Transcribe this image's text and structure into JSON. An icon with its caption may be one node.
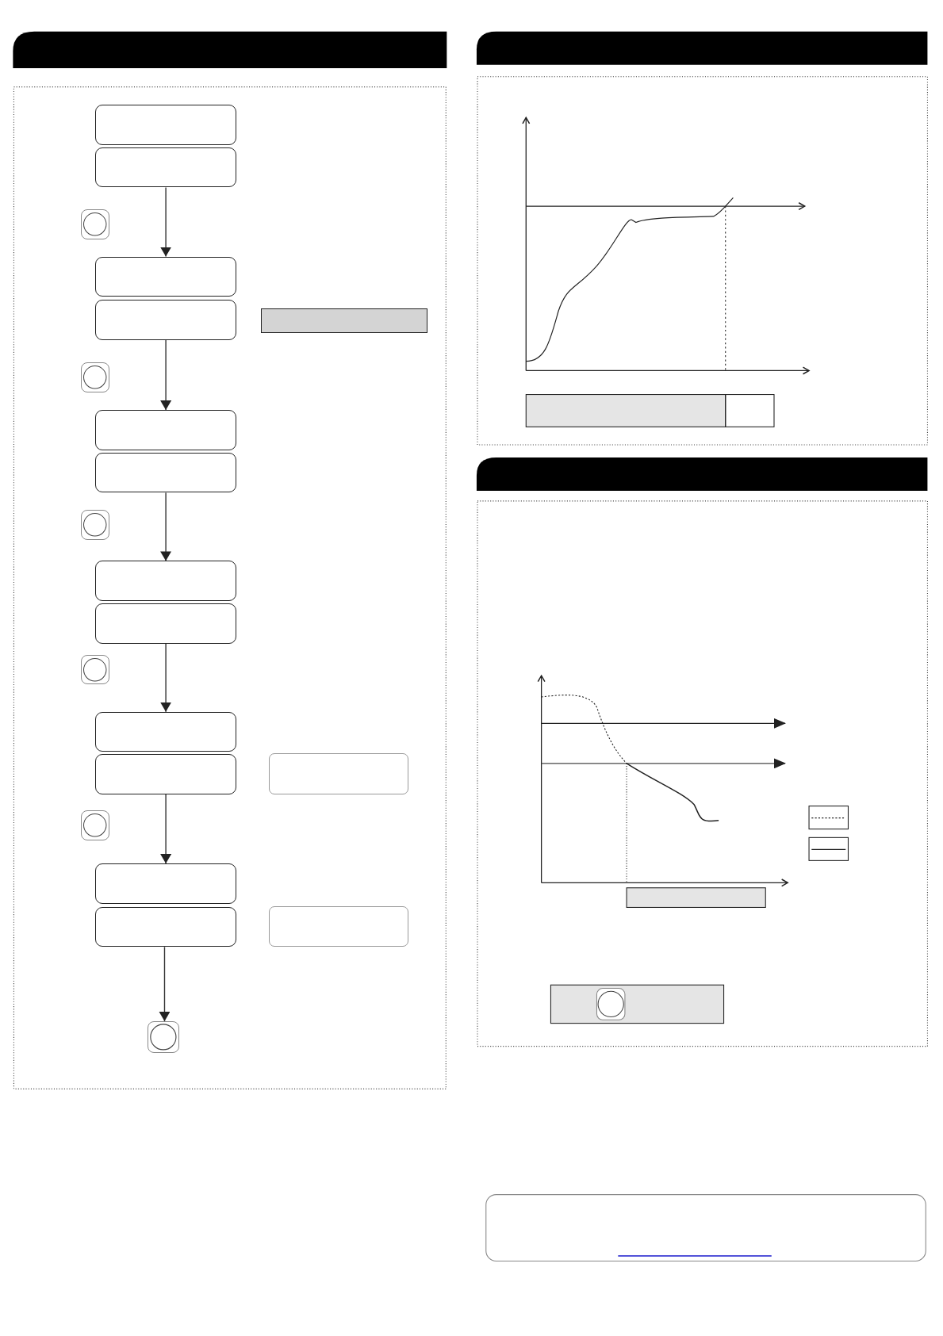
{
  "diagram": {
    "nodes": [
      {
        "text": [],
        "shape": "box"
      },
      {
        "text": [],
        "shape": "box"
      },
      {
        "text": [],
        "shape": "circle"
      },
      {
        "text": [],
        "shape": "box"
      },
      {
        "text": [],
        "shape": "box"
      },
      {
        "text": [],
        "shape": "bar"
      },
      {
        "text": [],
        "shape": "circle"
      },
      {
        "text": [],
        "shape": "box"
      },
      {
        "text": [],
        "shape": "box"
      },
      {
        "text": [],
        "shape": "circle"
      },
      {
        "text": [],
        "shape": "box"
      },
      {
        "text": [],
        "shape": "box"
      },
      {
        "text": [],
        "shape": "circle"
      },
      {
        "text": [],
        "shape": "box"
      },
      {
        "text": [],
        "shape": "box"
      },
      {
        "text": [],
        "shape": "box"
      },
      {
        "text": [],
        "shape": "circle"
      },
      {
        "text": [],
        "shape": "box"
      },
      {
        "text": [],
        "shape": "box"
      },
      {
        "text": [],
        "shape": "box"
      },
      {
        "text": [],
        "shape": "circle"
      }
    ],
    "edges": [
      {
        "from": 1,
        "to": 3,
        "arrow": "to"
      },
      {
        "from": 4,
        "to": 7,
        "arrow": "to"
      },
      {
        "from": 8,
        "to": 10,
        "arrow": "to"
      },
      {
        "from": 11,
        "to": 13,
        "arrow": "to"
      },
      {
        "from": 14,
        "to": 17,
        "arrow": "to"
      },
      {
        "from": 18,
        "to": 20,
        "arrow": "to"
      }
    ]
  }
}
